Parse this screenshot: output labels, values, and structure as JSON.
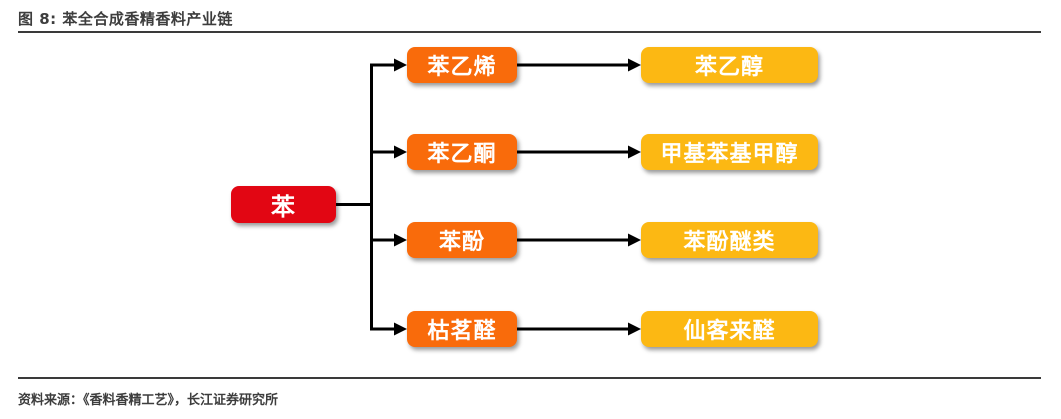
{
  "header": {
    "title": "图 8: 苯全合成香精香料产业链"
  },
  "footer": {
    "source": "资料来源：《香料香精工艺》，长江证券研究所"
  },
  "colors": {
    "root": "#E20613",
    "intermediate": "#F96B0B",
    "product": "#FCB813",
    "connector": "#000000",
    "rule": "#3A3A3A",
    "text": "#3D3D3D",
    "node_text": "#FFFFFF"
  },
  "diagram": {
    "root": {
      "label": "苯"
    },
    "rows": [
      {
        "intermediate": "苯乙烯",
        "product": "苯乙醇"
      },
      {
        "intermediate": "苯乙酮",
        "product": "甲基苯基甲醇"
      },
      {
        "intermediate": "苯酚",
        "product": "苯酚醚类"
      },
      {
        "intermediate": "枯茗醛",
        "product": "仙客来醛"
      }
    ]
  }
}
